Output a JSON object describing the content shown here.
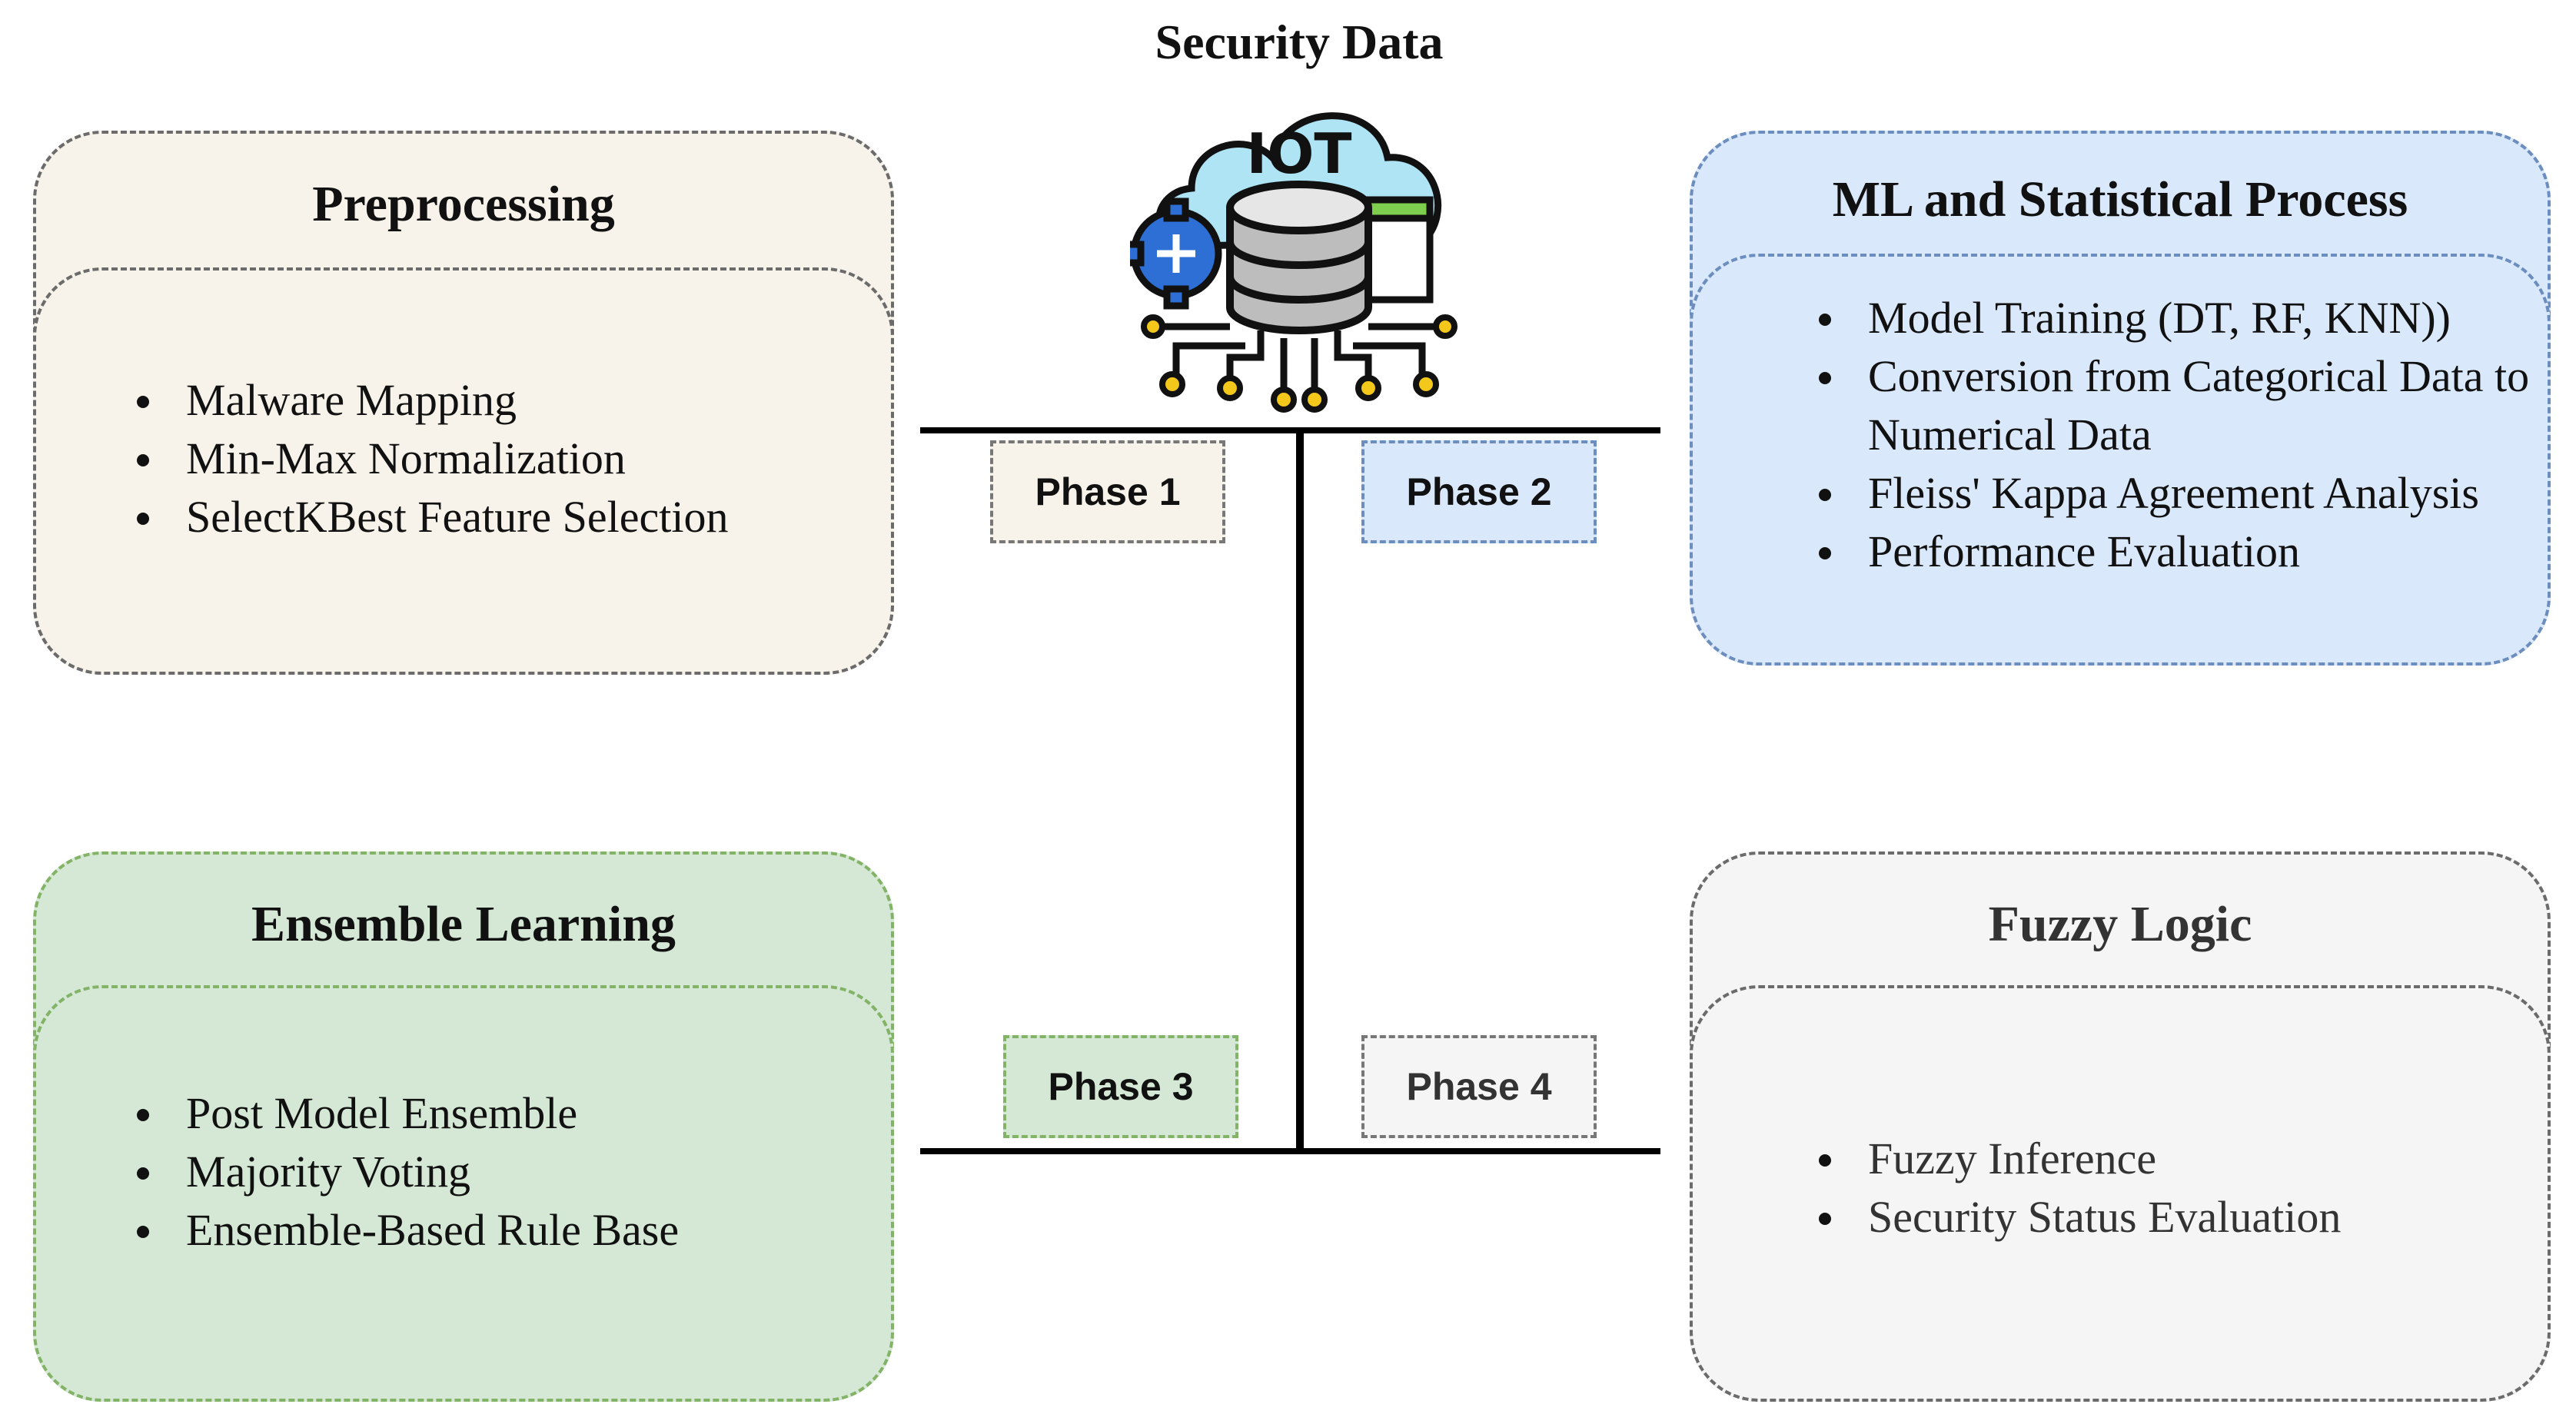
{
  "title": "Security Data",
  "icon": {
    "name": "iot-cloud-database-icon",
    "label": "IOT"
  },
  "colors": {
    "preprocessing": "#f7f3ea",
    "ml": "#dae8fb",
    "ensemble": "#d5e8d5",
    "fuzzy": "#f5f5f5",
    "ml_border": "#6c8ebf",
    "ensemble_border": "#82b366",
    "icon_cloud": "#aee4f3",
    "icon_gear": "#2d6fd4",
    "icon_window": "#7fcf4e"
  },
  "phases": {
    "p1": "Phase 1",
    "p2": "Phase 2",
    "p3": "Phase 3",
    "p4": "Phase 4"
  },
  "panels": {
    "preprocessing": {
      "title": "Preprocessing",
      "items": [
        "Malware Mapping",
        "Min-Max Normalization",
        "SelectKBest Feature Selection"
      ]
    },
    "ml": {
      "title": "ML and Statistical Process",
      "items": [
        "Model Training (DT, RF, KNN))",
        "Conversion from Categorical Data to Numerical Data",
        "Fleiss' Kappa Agreement Analysis",
        "Performance Evaluation"
      ]
    },
    "ensemble": {
      "title": "Ensemble Learning",
      "items": [
        "Post Model Ensemble",
        "Majority Voting",
        "Ensemble-Based Rule Base"
      ]
    },
    "fuzzy": {
      "title": "Fuzzy Logic",
      "items": [
        "Fuzzy Inference",
        "Security Status Evaluation"
      ]
    }
  }
}
